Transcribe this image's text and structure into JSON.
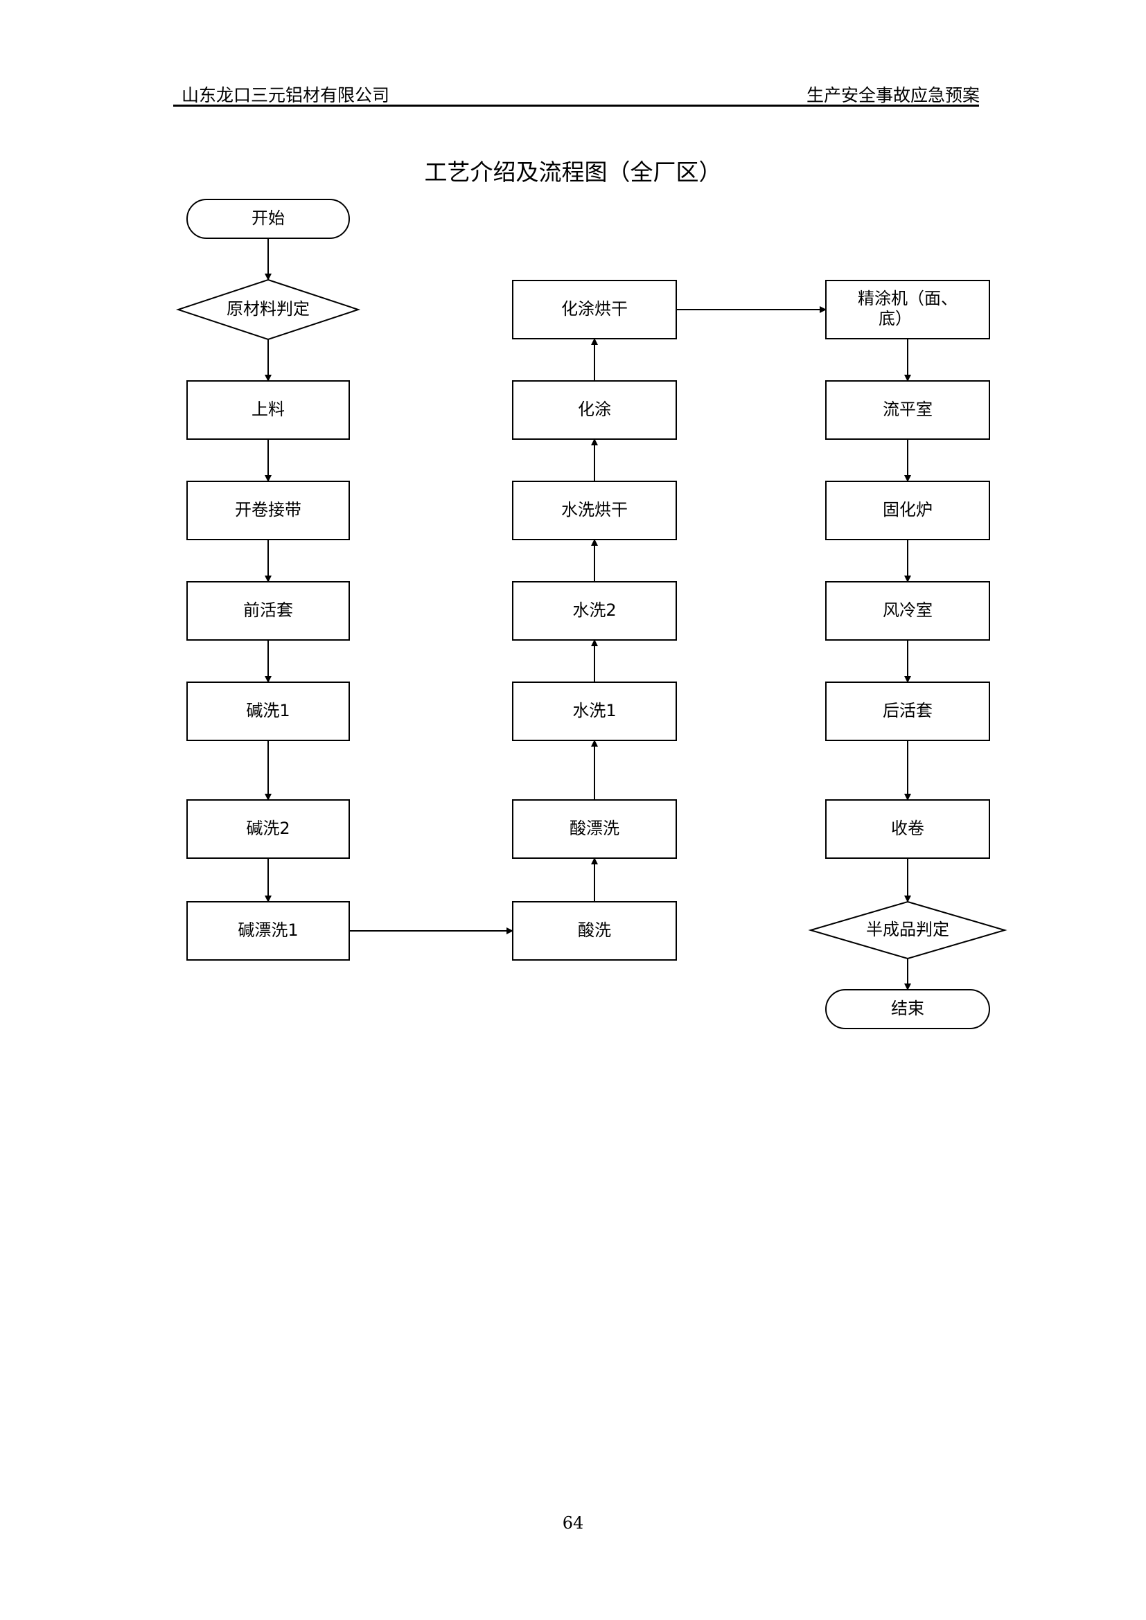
{
  "header": {
    "company": "山东龙口三元铝材有限公司",
    "document": "生产安全事故应急预案"
  },
  "title": "工艺介绍及流程图（全厂区）",
  "page_number": "64",
  "flow": {
    "start": "开始",
    "raw_material_check": "原材料判定",
    "loading": "上料",
    "uncoil_splice": "开卷接带",
    "front_accumulator": "前活套",
    "alkali_wash_1": "碱洗1",
    "alkali_wash_2": "碱洗2",
    "alkali_rinse_1": "碱漂洗1",
    "acid_wash": "酸洗",
    "acid_rinse": "酸漂洗",
    "water_wash_1": "水洗1",
    "water_wash_2": "水洗2",
    "water_dry": "水洗烘干",
    "chem_coat": "化涂",
    "chem_coat_dry_line1": "化涂烘干",
    "fine_coater_line1": "精涂机（面、",
    "fine_coater_line2": "底）",
    "leveling_room": "流平室",
    "curing_oven": "固化炉",
    "air_cooling_room": "风冷室",
    "rear_accumulator": "后活套",
    "recoiling": "收卷",
    "semi_product_check": "半成品判定",
    "end": "结束"
  }
}
